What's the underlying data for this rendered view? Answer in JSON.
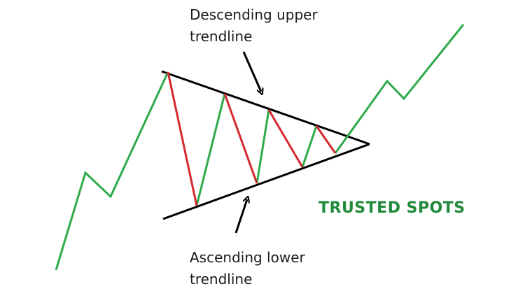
{
  "labels": {
    "upper_line1": "Descending upper",
    "upper_line2": "trendline",
    "lower_line1": "Ascending lower",
    "lower_line2": "trendline"
  },
  "watermark": "TRUSTED SPOTS",
  "colors": {
    "up_leg": "#2eaa4a",
    "down_leg": "#d6282e",
    "trendline": "#000000",
    "watermark": "#1f8a3a",
    "label_text": "#1a1a1a"
  },
  "icons": [
    "arrow-down-icon",
    "arrow-up-icon"
  ]
}
